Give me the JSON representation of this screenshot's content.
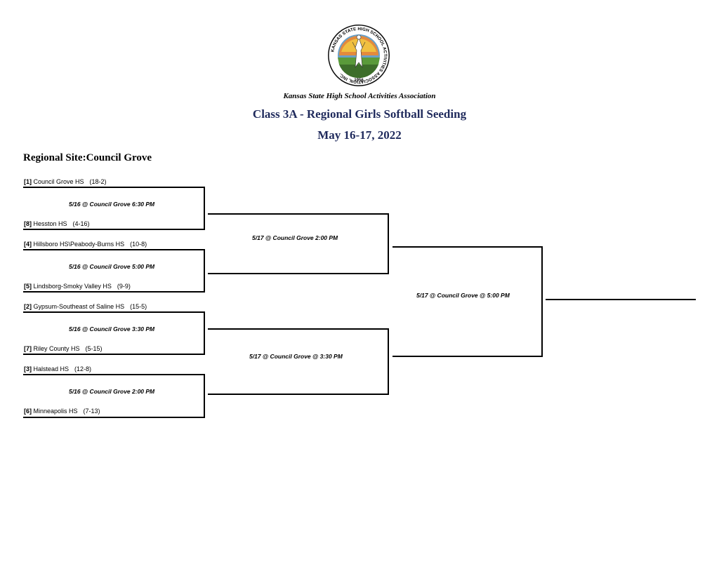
{
  "header": {
    "org_name": "Kansas State High School Activities Association",
    "title": "Class 3A - Regional Girls Softball Seeding",
    "date": "May 16-17, 2022",
    "site_label": "Regional Site:",
    "site_name": "Council Grove"
  },
  "logo": {
    "ring_text": "KANSAS STATE HIGH SCHOOL ACTIVITIES ASSOCIATION, INC.",
    "year": "1956"
  },
  "teams": [
    {
      "seed": "[1]",
      "name": "Council Grove HS",
      "record": "(18-2)"
    },
    {
      "seed": "[8]",
      "name": "Hesston HS",
      "record": "(4-16)"
    },
    {
      "seed": "[4]",
      "name": "Hillsboro HS\\Peabody-Burns HS",
      "record": "(10-8)"
    },
    {
      "seed": "[5]",
      "name": "Lindsborg-Smoky Valley HS",
      "record": "(9-9)"
    },
    {
      "seed": "[2]",
      "name": "Gypsum-Southeast of Saline HS",
      "record": "(15-5)"
    },
    {
      "seed": "[7]",
      "name": "Riley County HS",
      "record": "(5-15)"
    },
    {
      "seed": "[3]",
      "name": "Halstead HS",
      "record": "(12-8)"
    },
    {
      "seed": "[6]",
      "name": "Minneapolis HS",
      "record": "(7-13)"
    }
  ],
  "games": {
    "r1": [
      "5/16 @ Council Grove 6:30 PM",
      "5/16 @ Council Grove 5:00 PM",
      "5/16 @ Council Grove 3:30 PM",
      "5/16 @ Council Grove 2:00 PM"
    ],
    "r2": [
      "5/17 @ Council Grove 2:00 PM",
      "5/17 @ Council Grove @ 3:30 PM"
    ],
    "final": "5/17 @ Council Grove @ 5:00 PM"
  },
  "colors": {
    "title": "#1f2a5c",
    "lines": "#000000"
  }
}
